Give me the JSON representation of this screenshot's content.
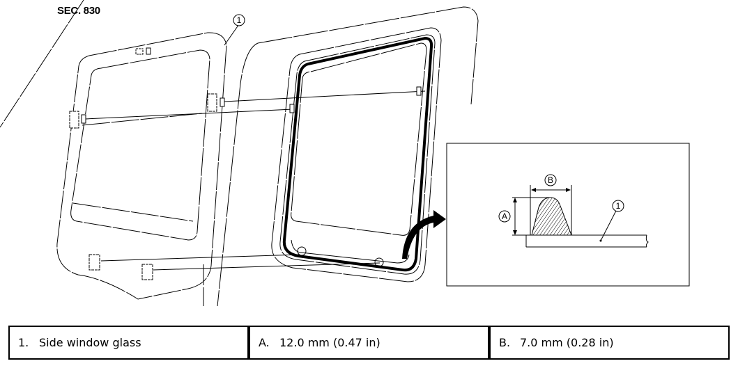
{
  "figure": {
    "section_label": "SEC. 830",
    "callouts": {
      "part_1_main": "1",
      "detail_A": "A",
      "detail_B": "B",
      "detail_part_1": "1"
    },
    "detail_view": {
      "description": "Cross-section of urethane adhesive bead on glass",
      "dimension_A_label": "A",
      "dimension_B_label": "B"
    }
  },
  "legend": {
    "items": [
      {
        "key": "1.",
        "value": "Side window glass"
      },
      {
        "key": "A.",
        "value": "12.0 mm (0.47 in)"
      },
      {
        "key": "B.",
        "value": "7.0 mm (0.28 in)"
      }
    ]
  }
}
